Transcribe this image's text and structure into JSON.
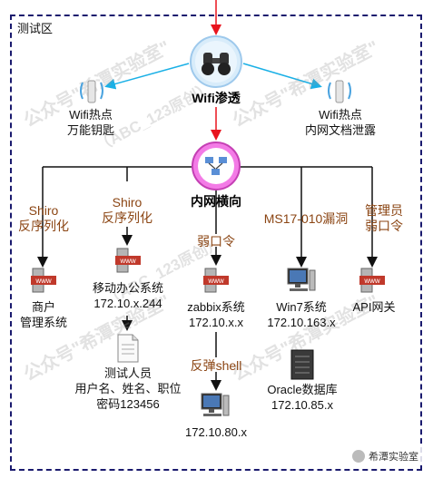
{
  "zone_label": "测试区",
  "nodes": {
    "wifi_pen": {
      "label": "Wifi渗透"
    },
    "hotspot_left": {
      "line1": "Wifi热点",
      "line2": "万能钥匙"
    },
    "hotspot_right": {
      "line1": "Wifi热点",
      "line2": "内网文档泄露"
    },
    "lateral": {
      "label": "内网横向"
    },
    "merchant": {
      "line1": "商户",
      "line2": "管理系统"
    },
    "mobile_office": {
      "line1": "移动办公系统",
      "line2": "172.10.x.244"
    },
    "zabbix": {
      "line1": "zabbix系统",
      "line2": "172.10.x.x"
    },
    "win7": {
      "line1": "Win7系统",
      "line2": "172.10.163.x"
    },
    "api_gw": {
      "line1": "API网关"
    },
    "tester_doc": {
      "line1": "测试人员",
      "line2": "用户名、姓名、职位",
      "line3": "密码123456"
    },
    "shell_host": {
      "line1": "172.10.80.x"
    },
    "oracle": {
      "line1": "Oracle数据库",
      "line2": "172.10.85.x"
    }
  },
  "edge_labels": {
    "shiro1_a": "Shiro",
    "shiro1_b": "反序列化",
    "shiro2_a": "Shiro",
    "shiro2_b": "反序列化",
    "weakpw": "弱口令",
    "ms17": "MS17-010漏洞",
    "admin_a": "管理员",
    "admin_b": "弱口令",
    "reverse_shell": "反弹shell"
  },
  "watermark": {
    "line1": "公众号\"希潭实验室\"",
    "line2": "（ABC_123原创）"
  },
  "badge_text": "希潭实验室",
  "colors": {
    "red": "#e8141e",
    "blue_link": "#1ab0e6",
    "brown": "#8b4513",
    "border": "#1a1a6e"
  }
}
